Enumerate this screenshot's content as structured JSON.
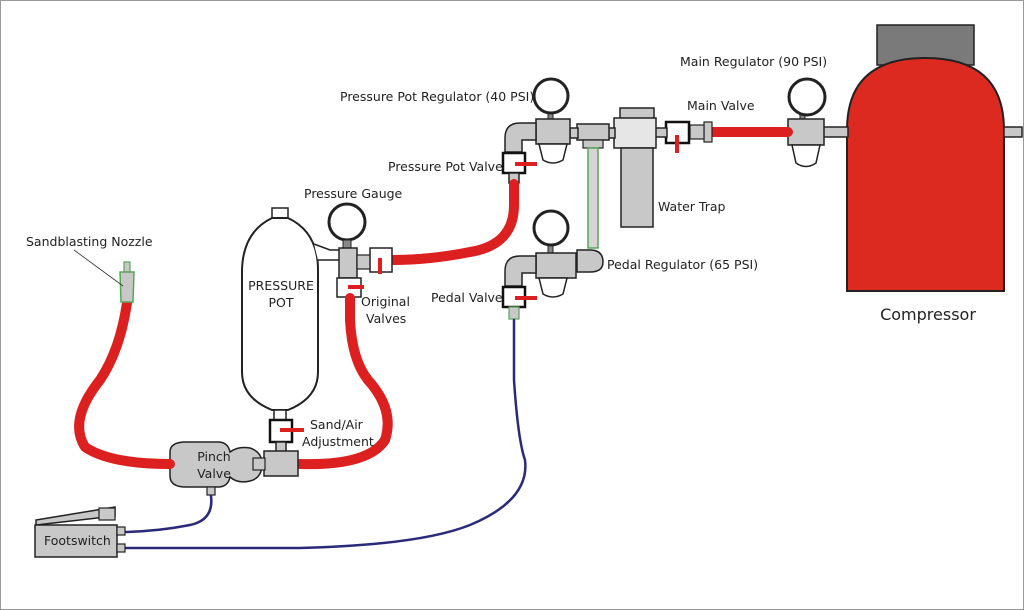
{
  "labels": {
    "main_regulator": "Main Regulator (90 PSI)",
    "pressure_pot_regulator": "Pressure Pot Regulator (40 PSI)",
    "main_valve": "Main Valve",
    "pressure_pot_valve": "Pressure Pot Valve",
    "water_trap": "Water Trap",
    "pressure_gauge": "Pressure Gauge",
    "sandblasting_nozzle": "Sandblasting Nozzle",
    "pedal_regulator": "Pedal Regulator (65 PSI)",
    "pedal_valve": "Pedal Valve",
    "pressure_pot_line1": "PRESSURE",
    "pressure_pot_line2": "POT",
    "original_valves_line1": "Original",
    "original_valves_line2": "Valves",
    "sand_air_line1": "Sand/Air",
    "sand_air_line2": "Adjustment",
    "pinch_valve_line1": "Pinch",
    "pinch_valve_line2": "Valve",
    "footswitch": "Footswitch",
    "compressor": "Compressor"
  },
  "colors": {
    "hose": "#dc1f1f",
    "compressor_body": "#dc2a20",
    "compressor_cap": "#7a7a7a",
    "fitting": "#c8c8c8",
    "air_line": "#2a2a7a",
    "green_line": "#5aa55a"
  }
}
